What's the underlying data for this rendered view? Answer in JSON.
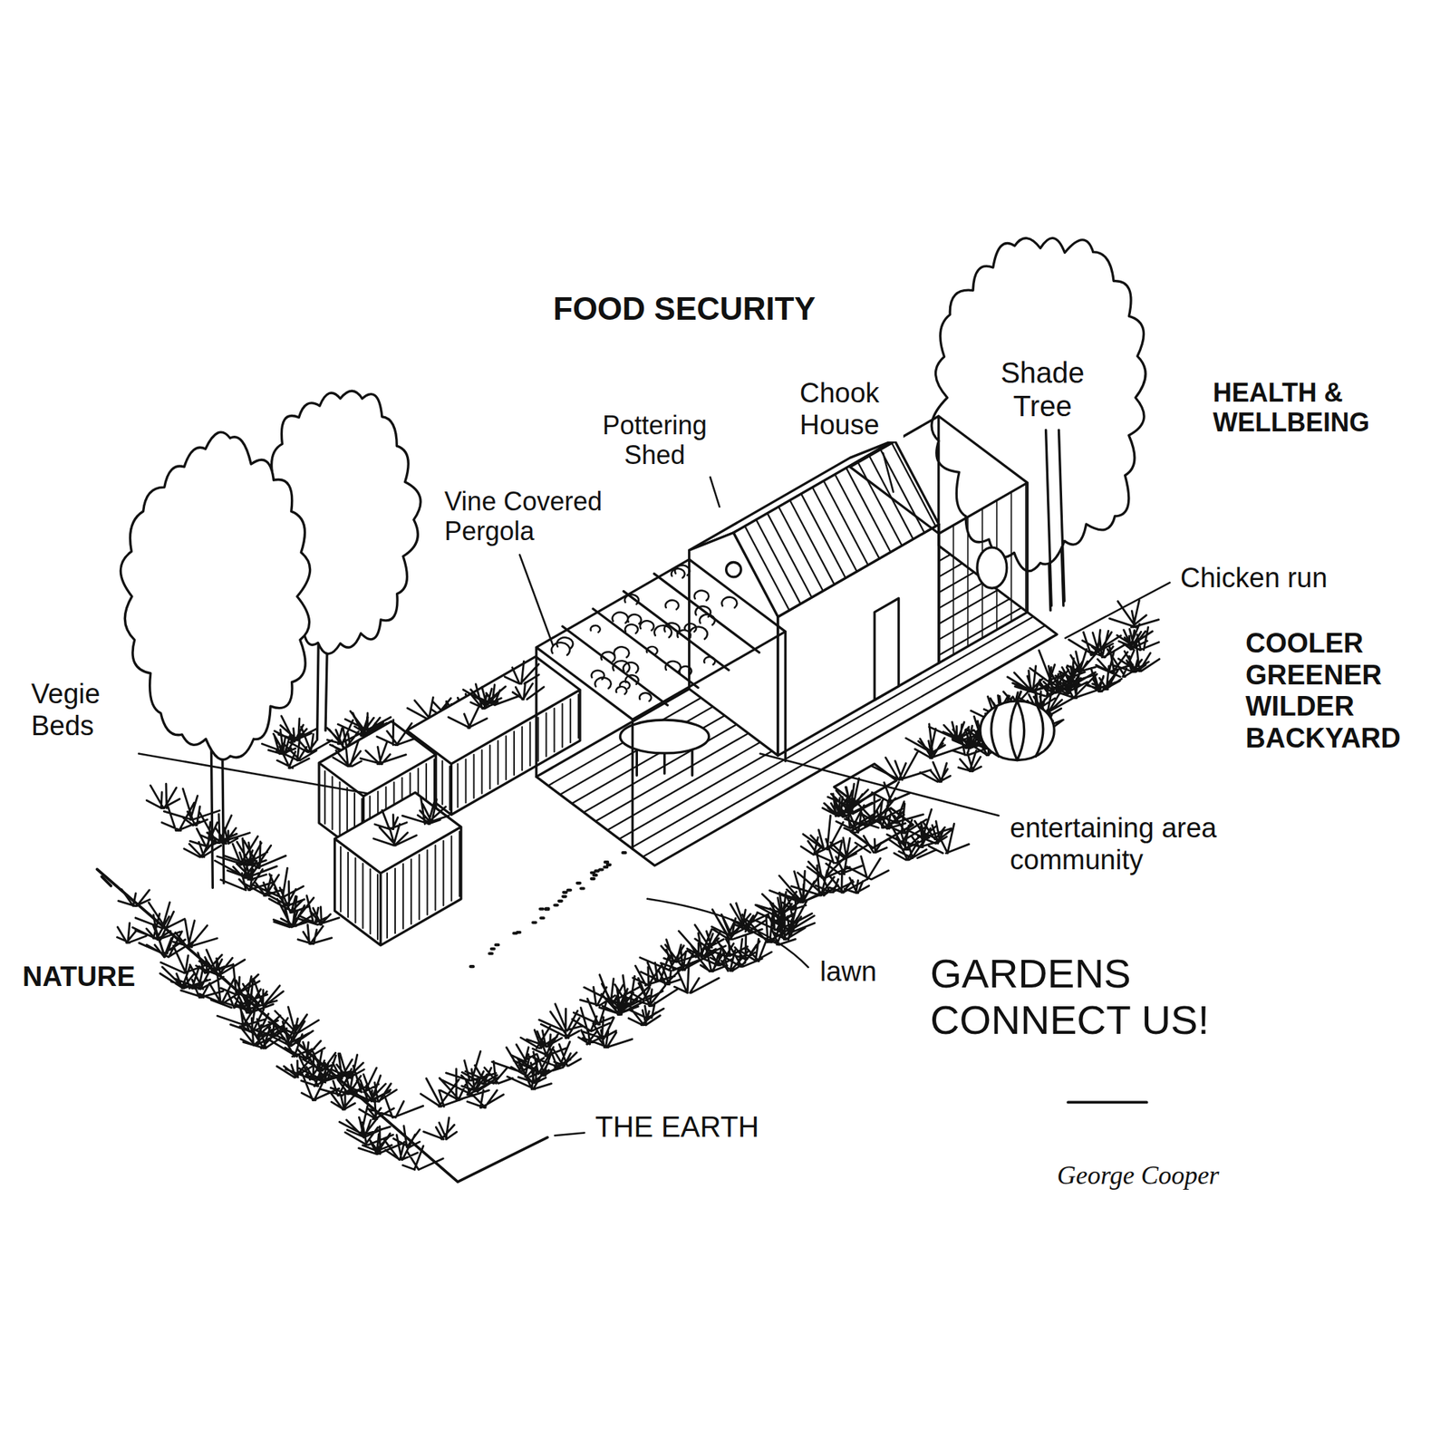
{
  "diagram": {
    "title": "GARDENS CONNECT US!",
    "labels": [
      "FOOD SECURITY",
      "Chook House",
      "Shade Tree",
      "HEALTH & WELLBEING",
      "Pottering Shed",
      "Vine Covered Pergola",
      "Chicken run",
      "COOLER GREENER WILDER BACKYARD",
      "Vegie Beds",
      "entertaining area community",
      "lawn",
      "NATURE",
      "THE EARTH",
      "George Cooper"
    ]
  }
}
